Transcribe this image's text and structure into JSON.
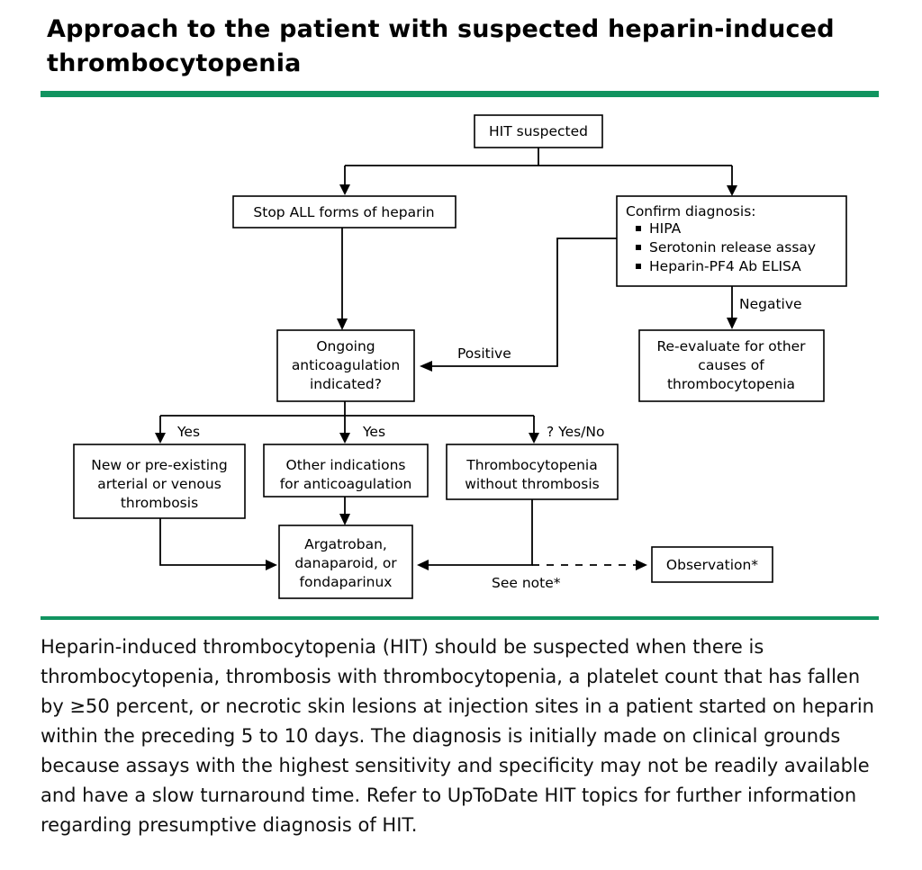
{
  "title": "Approach to the patient with suspected heparin-induced thrombocytopenia",
  "accent_color": "#119460",
  "nodes": {
    "hit_suspected": "HIT suspected",
    "stop_heparin": "Stop ALL forms of heparin",
    "confirm": {
      "heading": "Confirm diagnosis:",
      "items": [
        "HIPA",
        "Serotonin release assay",
        "Heparin-PF4 Ab ELISA"
      ]
    },
    "ongoing": [
      "Ongoing",
      "anticoagulation",
      "indicated?"
    ],
    "reevaluate": [
      "Re-evaluate for other",
      "causes of",
      "thrombocytopenia"
    ],
    "thrombosis": [
      "New or pre-existing",
      "arterial or venous",
      "thrombosis"
    ],
    "other_indications": [
      "Other indications",
      "for anticoagulation"
    ],
    "thrombocytopenia": [
      "Thrombocytopenia",
      "without thrombosis"
    ],
    "treatment": [
      "Argatroban,",
      "danaparoid, or",
      "fondaparinux"
    ],
    "observation": "Observation*"
  },
  "edge_labels": {
    "negative": "Negative",
    "positive": "Positive",
    "yes_left": "Yes",
    "yes_middle": "Yes",
    "yes_no": "? Yes/No",
    "see_note": "See note*"
  },
  "description": "Heparin-induced thrombocytopenia (HIT) should be suspected when there is thrombocytopenia, thrombosis with thrombocytopenia, a platelet count that has fallen by ≥50 percent, or necrotic skin lesions at injection sites in a patient started on heparin within the preceding 5 to 10 days. The diagnosis is initially made on clinical grounds because assays with the highest sensitivity and specificity may not be readily available and have a slow turnaround time. Refer to UpToDate HIT topics for further information regarding presumptive diagnosis of HIT."
}
